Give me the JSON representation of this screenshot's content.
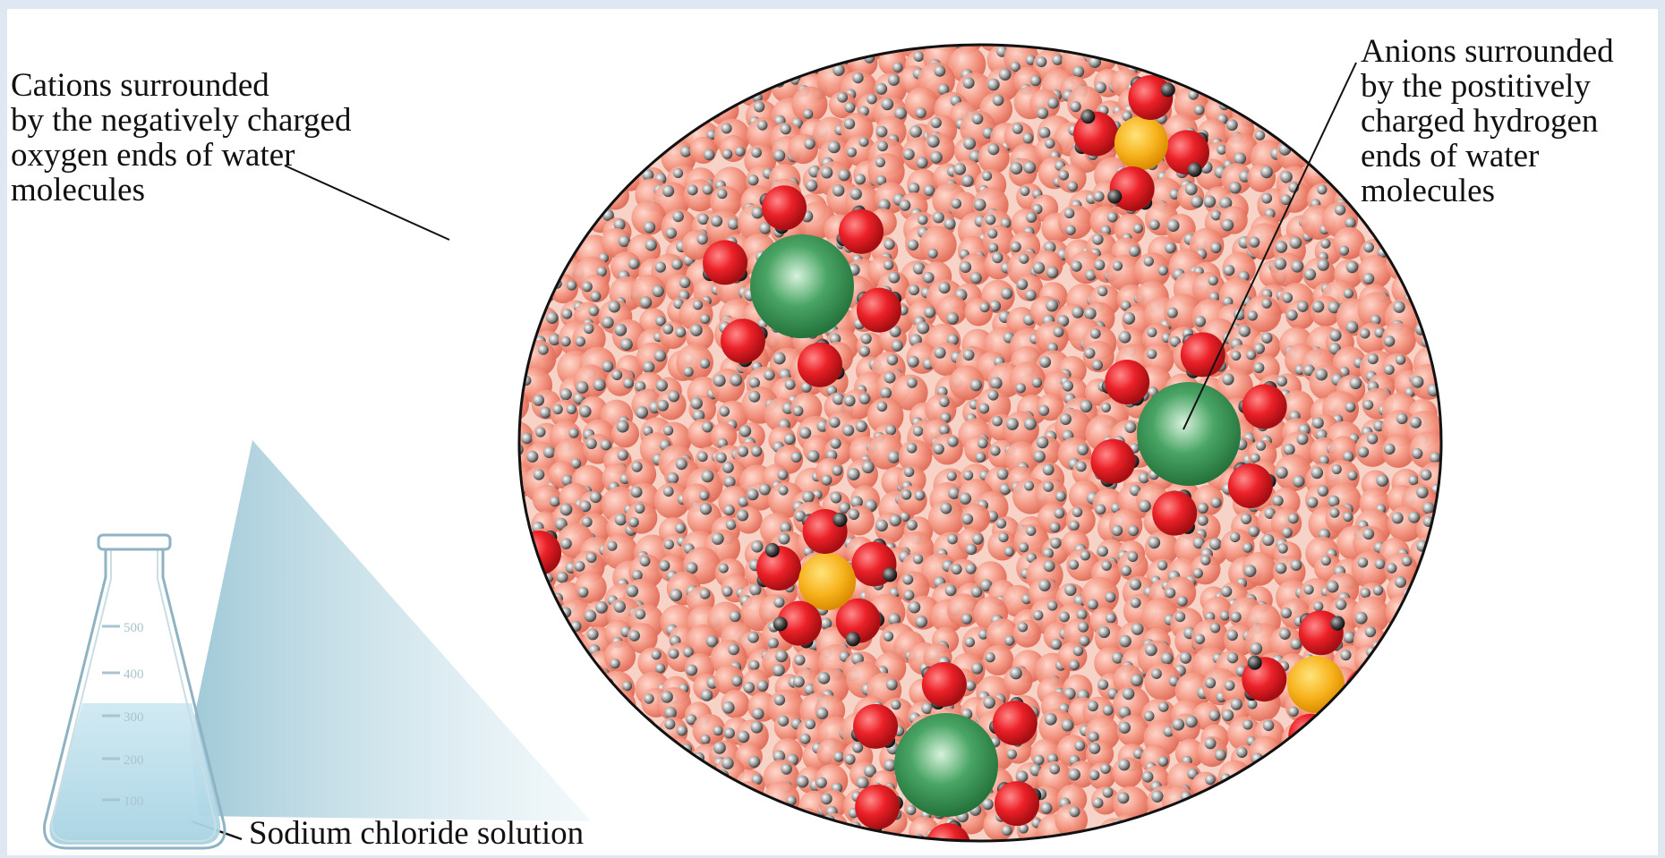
{
  "labels": {
    "cations": "Cations surrounded\nby the negatively charged\noxygen ends of water\nmolecules",
    "anions": "Anions surrounded\nby the postitively\ncharged hydrogen\nends of water\nmolecules",
    "solution": "Sodium chloride solution"
  },
  "flask": {
    "graduations": [
      "500",
      "400",
      "300",
      "200",
      "100"
    ]
  },
  "colors": {
    "background": "#dfe8f2",
    "panel": "#ffffff",
    "water_oxygen": "#f08a78",
    "hydrogen": "#9a9a9a",
    "oxygen_highlight": "#e8202a",
    "cation": "#f5b21e",
    "anion": "#2f8e4c",
    "solution": "#bfe0ec"
  },
  "ions": [
    {
      "kind": "cation"
    },
    {
      "kind": "cation"
    },
    {
      "kind": "cation"
    },
    {
      "kind": "cation"
    },
    {
      "kind": "anion"
    },
    {
      "kind": "anion"
    },
    {
      "kind": "anion"
    },
    {
      "kind": "anion"
    }
  ]
}
